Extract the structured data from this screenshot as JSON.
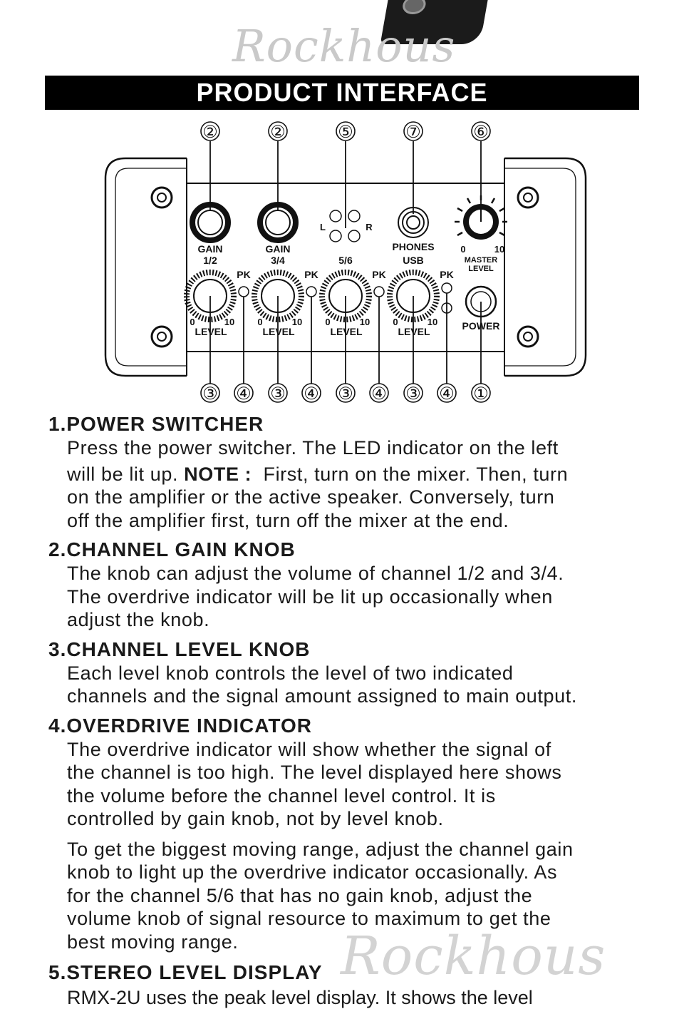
{
  "header": {
    "watermark_top": "Rockhous",
    "title": "PRODUCT INTERFACE"
  },
  "diagram": {
    "callouts_top": [
      "②",
      "②",
      "⑤",
      "⑦",
      "⑥"
    ],
    "callouts_bottom": [
      "③",
      "④",
      "③",
      "④",
      "③",
      "④",
      "③",
      "④",
      "①"
    ],
    "gain_labels": [
      [
        "GAIN",
        "1/2"
      ],
      [
        "GAIN",
        "3/4"
      ]
    ],
    "stereo_label_56": "5/6",
    "led_left": "L",
    "led_right": "R",
    "phones_label": "PHONES",
    "usb_label": "USB",
    "master_min": "0",
    "master_max": "10",
    "master_label_1": "MASTER",
    "master_label_2": "LEVEL",
    "pk_label": "PK",
    "level_min": "0",
    "level_max": "10",
    "level_label": "LEVEL",
    "power_label": "POWER"
  },
  "sections": [
    {
      "title": "1.POWER SWITCHER",
      "line1": "Press the power switcher. The LED indicator on the left",
      "line2_pre": "will be lit up. ",
      "note_label": "NOTE :",
      "line2_post": "  First, turn on the mixer. Then, turn",
      "line3": "on the amplifier or the active speaker. Conversely, turn",
      "line4": "off the amplifier first, turn off the mixer at the end."
    },
    {
      "title": "2.CHANNEL GAIN KNOB",
      "body": [
        "The knob can adjust the volume of channel 1/2 and 3/4.",
        "The overdrive indicator will be lit up occasionally when",
        "adjust the knob."
      ]
    },
    {
      "title": "3.CHANNEL LEVEL KNOB",
      "body": [
        "Each level knob controls the level of two indicated",
        "channels and the signal amount assigned to main output."
      ]
    },
    {
      "title": "4.OVERDRIVE INDICATOR",
      "body": [
        "The overdrive indicator will show whether the signal of",
        "the channel is too high. The level displayed here shows",
        "the volume before the channel level control. It is",
        "controlled by gain knob, not by level knob."
      ],
      "body2": [
        "To get the biggest moving range, adjust the channel gain",
        "knob to light up the overdrive indicator occasionally. As",
        "for the channel 5/6 that has no gain knob, adjust the",
        "volume knob of signal resource to maximum to get the",
        "best moving range."
      ]
    },
    {
      "title": "5.STEREO LEVEL DISPLAY",
      "partial": "RMX-2U uses the peak level display. It shows the level"
    }
  ],
  "footer": {
    "watermark_bottom": "Rockhous"
  }
}
